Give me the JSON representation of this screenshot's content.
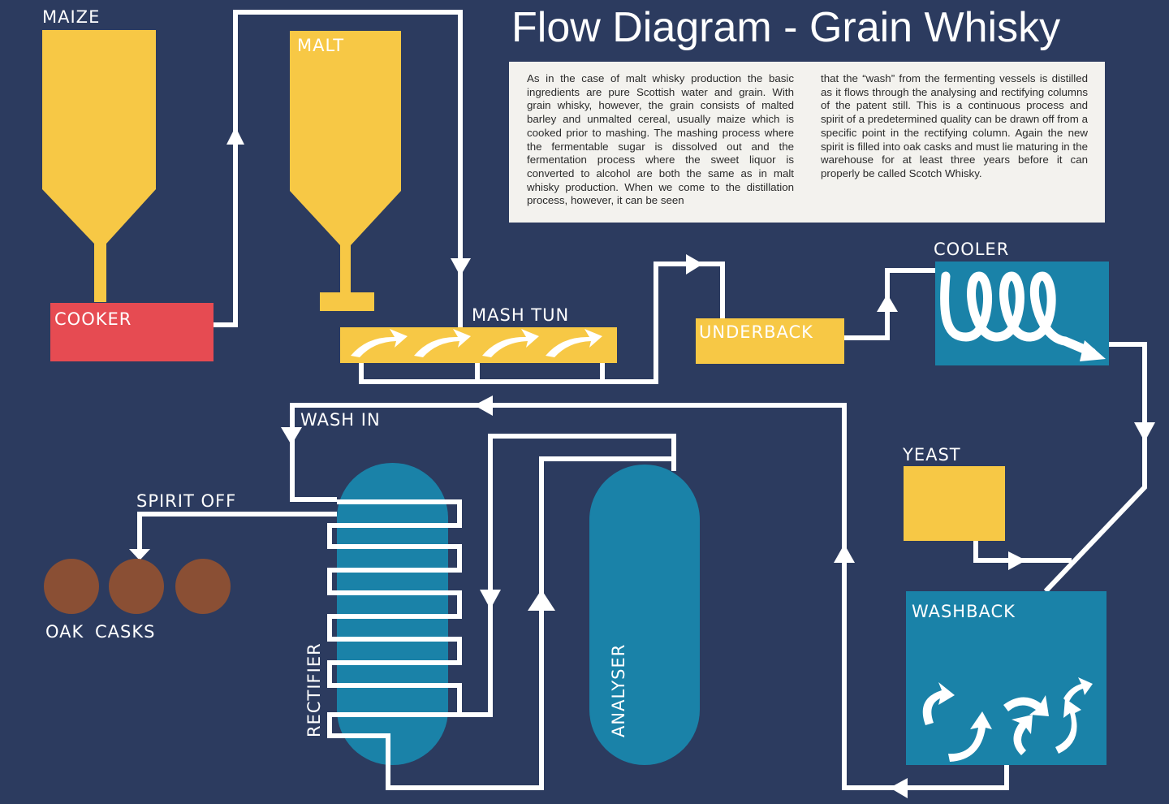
{
  "title": "Flow Diagram - Grain Whisky",
  "description": {
    "col1": "As in the case of malt whisky production the basic ingredients are pure Scottish water and grain. With grain whisky, however, the grain consists of malted barley and unmalted cereal, usually maize which is cooked prior to mashing. The mashing process where the fermentable sugar is dissolved out and the fermentation process where the sweet liquor is converted to alcohol are both the same as in malt whisky production. When we come to the distillation process, however, it can be seen",
    "col2": "that the “wash” from the fermenting vessels is distilled as it flows through the analysing and rectifying columns of the patent still. This is a continuous process and spirit of a predetermined quality can be drawn off from a specific point in the rectifying column. Again the new spirit is filled into oak casks and must lie maturing in the warehouse for at least three years before it can properly be called Scotch Whisky."
  },
  "labels": {
    "maize": "MAIZE",
    "malt": "MALT",
    "cooker": "COOKER",
    "mash_tun": "MASH TUN",
    "underback": "UNDERBACK",
    "cooler": "COOLER",
    "yeast": "YEAST",
    "washback": "WASHBACK",
    "wash_in": "WASH IN",
    "spirit_off": "SPIRIT OFF",
    "oak_casks": "OAK CASKS",
    "rectifier": "RECTIFIER",
    "analyser": "ANALYSER"
  },
  "colors": {
    "background": "#2c3b5f",
    "hopper": "#f7c845",
    "cooker": "#e64b52",
    "vessel_blue": "#1a82a8",
    "pipe": "#ffffff",
    "cask": "#8a4f34",
    "panel": "#f3f2ee"
  }
}
